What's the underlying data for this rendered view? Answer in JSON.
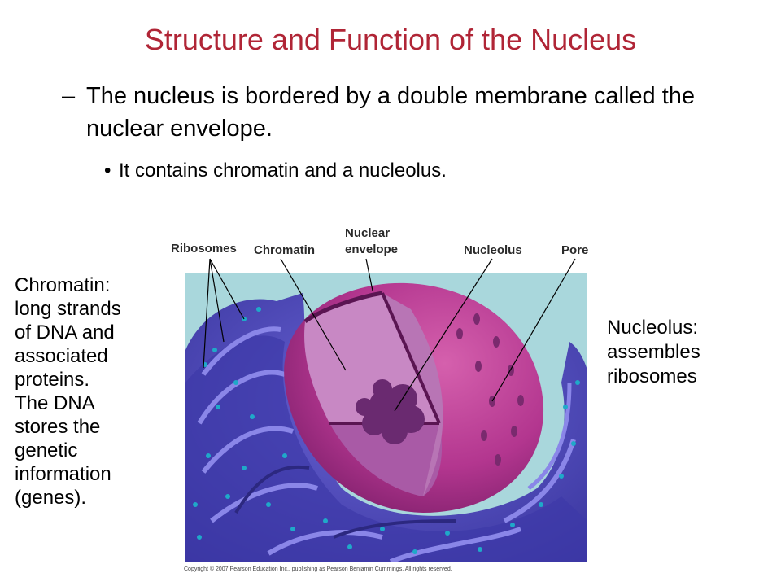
{
  "slide": {
    "title": "Structure and Function of the Nucleus",
    "bullet_dash": "–",
    "bullet_main": "The nucleus is bordered by a double membrane called the nuclear envelope.",
    "bullet_dot": "•",
    "bullet_sub": "It contains chromatin and a nucleolus."
  },
  "figure": {
    "labels": {
      "ribosomes": "Ribosomes",
      "chromatin": "Chromatin",
      "nuclear_line1": "Nuclear",
      "nuclear_line2": "envelope",
      "nucleolus": "Nucleolus",
      "pore": "Pore"
    },
    "copyright": "Copyright © 2007 Pearson Education Inc., publishing as Pearson Benjamin Cummings. All rights reserved.",
    "colors": {
      "background": "#a9d7dc",
      "er": "#4a46b8",
      "nucleus": "#b3368f",
      "nucleoplasm": "#c888c4",
      "nucleolus": "#6a2a70",
      "ribosome": "#1fa9c9"
    }
  },
  "notes": {
    "chromatin": [
      "Chromatin:",
      "long strands",
      "of DNA and",
      "associated",
      "proteins.",
      "The DNA",
      "stores the",
      "genetic",
      "information",
      "(genes)."
    ],
    "nucleolus": [
      "Nucleolus:",
      "assembles",
      "ribosomes"
    ]
  }
}
